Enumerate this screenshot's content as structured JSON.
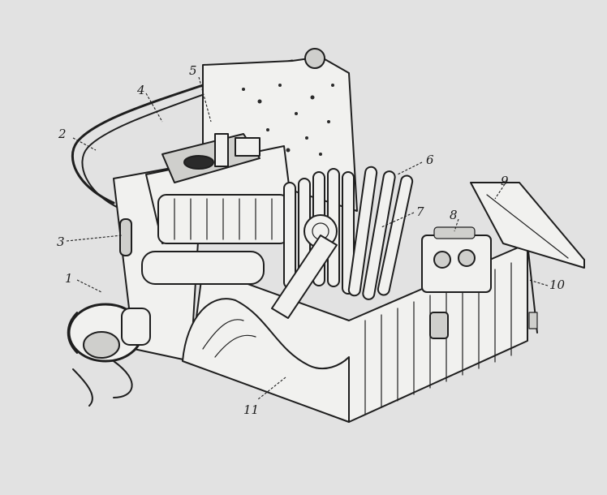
{
  "figure": {
    "callouts": [
      {
        "id": "1",
        "label": "1"
      },
      {
        "id": "2",
        "label": "2"
      },
      {
        "id": "3",
        "label": "3"
      },
      {
        "id": "4",
        "label": "4"
      },
      {
        "id": "5",
        "label": "5"
      },
      {
        "id": "6",
        "label": "6"
      },
      {
        "id": "7",
        "label": "7"
      },
      {
        "id": "8",
        "label": "8"
      },
      {
        "id": "9",
        "label": "9"
      },
      {
        "id": "10",
        "label": "10"
      },
      {
        "id": "11",
        "label": "11"
      }
    ]
  }
}
